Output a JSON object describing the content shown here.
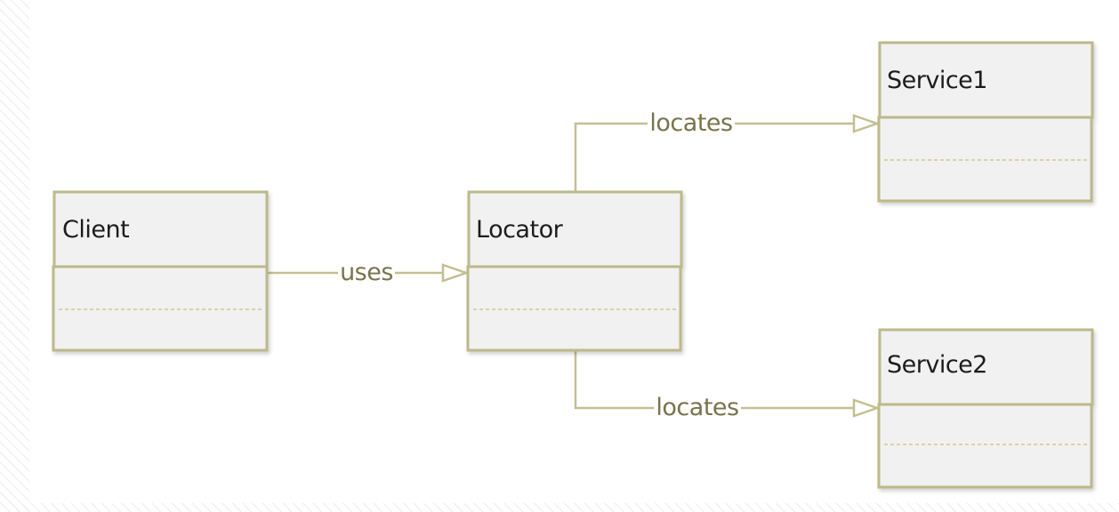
{
  "classes": {
    "client": {
      "name": "Client"
    },
    "locator": {
      "name": "Locator"
    },
    "service1": {
      "name": "Service1"
    },
    "service2": {
      "name": "Service2"
    }
  },
  "edges": {
    "uses": {
      "label": "uses"
    },
    "locates1": {
      "label": "locates"
    },
    "locates2": {
      "label": "locates"
    }
  },
  "colors": {
    "border": "#bdb98a",
    "fill": "#f1f1f1",
    "edge_label": "#77744c"
  }
}
